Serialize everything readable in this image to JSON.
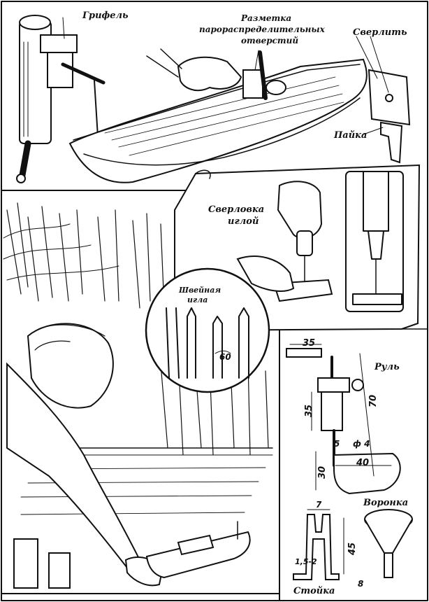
{
  "labels": {
    "grifel": "Грифель",
    "marking_line1": "Разметка",
    "marking_line2": "парораспределительных",
    "marking_line3": "отверстий",
    "drill": "Сверлить",
    "solder": "Пайка",
    "needle_drilling_line1": "Сверловка",
    "needle_drilling_line2": "иглой",
    "sewing_needle_line1": "Швейная",
    "sewing_needle_line2": "игла",
    "rudder": "Руль",
    "funnel": "Воронка",
    "stand": "Стойка"
  },
  "dimensions": {
    "needle_angle": "60",
    "rudder_top": "35",
    "rudder_left": "35",
    "rudder_height": "70",
    "rudder_gap": "5",
    "rudder_diameter": "ф 4",
    "rudder_blade_height": "30",
    "rudder_blade_width": "40",
    "stand_top": "7",
    "stand_thickness": "1,5-2",
    "stand_height": "45",
    "stand_base": "8"
  },
  "colors": {
    "ink": "#111111",
    "paper": "#ffffff"
  }
}
